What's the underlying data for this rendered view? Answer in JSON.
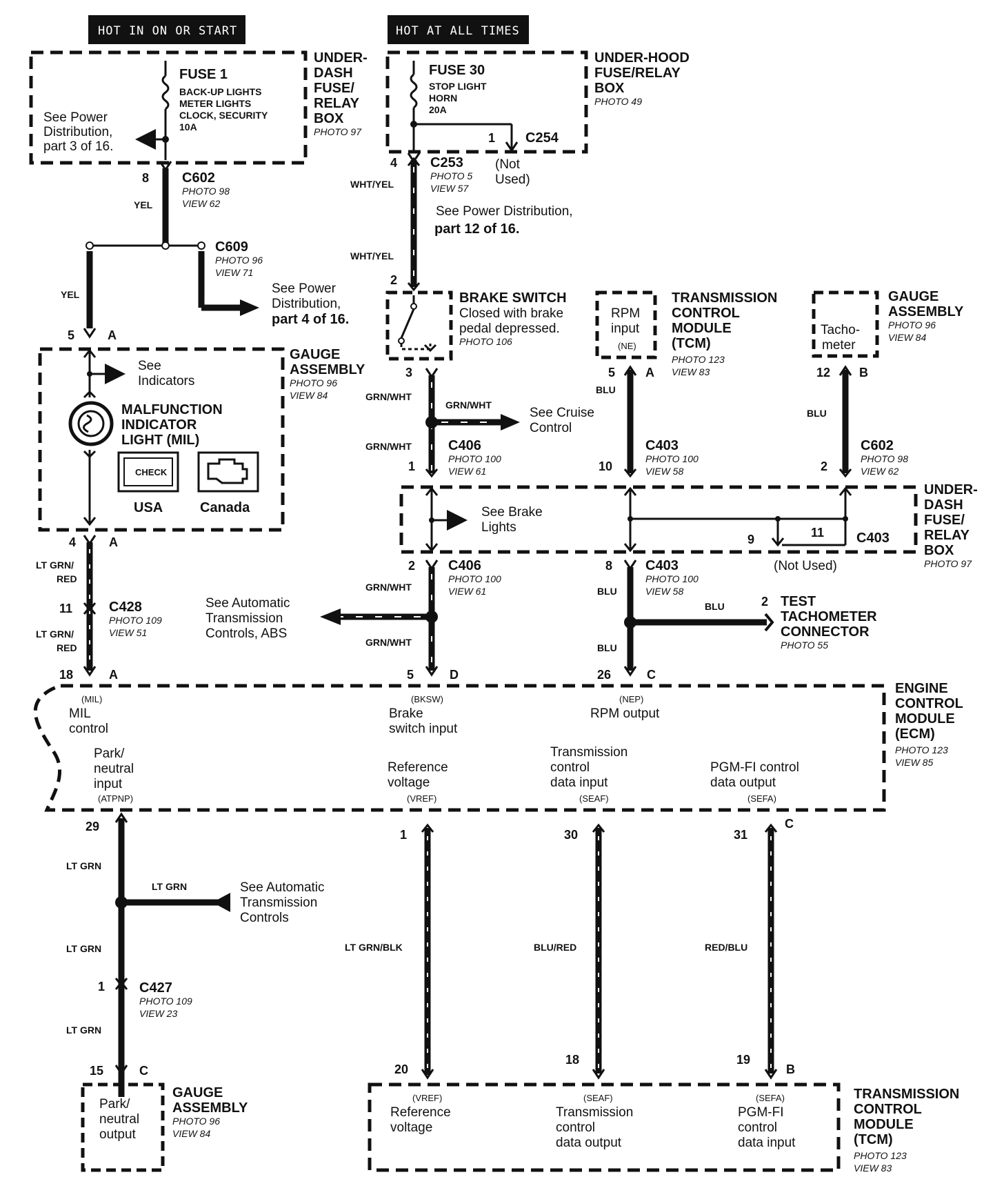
{
  "headers": {
    "hot_on_start": "HOT IN ON OR START",
    "hot_all_times": "HOT AT ALL TIMES"
  },
  "underdash_box": {
    "l1": "UNDER-",
    "l2": "DASH",
    "l3": "FUSE/",
    "l4": "RELAY",
    "l5": "BOX",
    "photo": "PHOTO 97"
  },
  "fuse1": {
    "name": "FUSE 1",
    "d1": "BACK-UP LIGHTS",
    "d2": "METER LIGHTS",
    "d3": "CLOCK, SECURITY",
    "amp": "10A"
  },
  "see_pd3": {
    "l1": "See Power",
    "l2": "Distribution,",
    "l3": "part 3 of 16."
  },
  "underhood_box": {
    "l1": "UNDER-HOOD",
    "l2": "FUSE/RELAY",
    "l3": "BOX",
    "photo": "PHOTO 49"
  },
  "fuse30": {
    "name": "FUSE 30",
    "d1": "STOP LIGHT",
    "d2": "HORN",
    "amp": "20A"
  },
  "c254": {
    "pin": "1",
    "name": "C254"
  },
  "c253": {
    "pin": "4",
    "name": "C253",
    "photo": "PHOTO 5",
    "view": "VIEW 57",
    "nu1": "(Not",
    "nu2": "Used)"
  },
  "see_pd12": {
    "l1": "See Power Distribution,",
    "l2": "part 12 of 16."
  },
  "c602_top": {
    "pin": "8",
    "name": "C602",
    "photo": "PHOTO 98",
    "view": "VIEW 62"
  },
  "c609": {
    "name": "C609",
    "photo": "PHOTO 96",
    "view": "VIEW 71"
  },
  "see_pd4": {
    "l1": "See Power",
    "l2": "Distribution,",
    "l3": "part 4 of 16."
  },
  "wires": {
    "yel": "YEL",
    "wht_yel": "WHT/YEL",
    "grn_wht": "GRN/WHT",
    "blu": "BLU",
    "lt_grn_red1": "LT GRN/",
    "lt_grn_red2": "RED",
    "lt_grn": "LT GRN",
    "lt_grn_blk": "LT GRN/BLK",
    "blu_red": "BLU/RED",
    "red_blu": "RED/BLU"
  },
  "gauge_mil": {
    "pin": "5",
    "pin_letter": "A",
    "t1": "GAUGE",
    "t2": "ASSEMBLY",
    "photo": "PHOTO 96",
    "view": "VIEW 84",
    "see1": "See",
    "see2": "Indicators",
    "mil1": "MALFUNCTION",
    "mil2": "INDICATOR",
    "mil3": "LIGHT (MIL)",
    "check": "CHECK",
    "usa": "USA",
    "canada": "Canada",
    "pin_out": "4",
    "pin_out_letter": "A"
  },
  "brake_switch": {
    "pin_in": "2",
    "t1": "BRAKE SWITCH",
    "d1": "Closed with brake",
    "d2": "pedal depressed.",
    "photo": "PHOTO 106",
    "pin_out": "3"
  },
  "tcm_top": {
    "rpm1": "RPM",
    "rpm2": "input",
    "rpm3": "(NE)",
    "t1": "TRANSMISSION",
    "t2": "CONTROL",
    "t3": "MODULE",
    "t4": "(TCM)",
    "photo": "PHOTO 123",
    "view": "VIEW 83",
    "pin": "5",
    "pin_letter": "A"
  },
  "gauge_tach": {
    "tach1": "Tacho-",
    "tach2": "meter",
    "t1": "GAUGE",
    "t2": "ASSEMBLY",
    "photo": "PHOTO 96",
    "view": "VIEW 84",
    "pin": "12",
    "pin_letter": "B"
  },
  "see_cruise": {
    "l1": "See Cruise",
    "l2": "Control"
  },
  "c406_top": {
    "pin": "1",
    "name": "C406",
    "photo": "PHOTO 100",
    "view": "VIEW 61"
  },
  "c403_top": {
    "pin": "10",
    "name": "C403",
    "photo": "PHOTO 100",
    "view": "VIEW 58"
  },
  "c602_mid": {
    "pin": "2",
    "name": "C602",
    "photo": "PHOTO 98",
    "view": "VIEW 62"
  },
  "underdash_mid": {
    "l1": "UNDER-",
    "l2": "DASH",
    "l3": "FUSE/",
    "l4": "RELAY",
    "l5": "BOX",
    "photo": "PHOTO 97",
    "see1": "See Brake",
    "see2": "Lights",
    "pin9": "9",
    "pin11": "11",
    "c403": "C403",
    "not_used": "(Not Used)"
  },
  "c406_bot": {
    "pin": "2",
    "name": "C406",
    "photo": "PHOTO 100",
    "view": "VIEW 61"
  },
  "c403_bot": {
    "pin": "8",
    "name": "C403",
    "photo": "PHOTO 100",
    "view": "VIEW 58"
  },
  "c428": {
    "pin": "11",
    "name": "C428",
    "photo": "PHOTO 109",
    "view": "VIEW 51"
  },
  "see_atc_abs": {
    "l1": "See Automatic",
    "l2": "Transmission",
    "l3": "Controls, ABS"
  },
  "tach_conn": {
    "pin": "2",
    "t1": "TEST",
    "t2": "TACHOMETER",
    "t3": "CONNECTOR",
    "photo": "PHOTO 55"
  },
  "ecm": {
    "pin_mil": "18",
    "pin_mil_l": "A",
    "pin_bksw": "5",
    "pin_bksw_l": "D",
    "pin_nep": "26",
    "pin_nep_l": "C",
    "mil_code": "(MIL)",
    "mil1": "MIL",
    "mil2": "control",
    "bksw_code": "(BKSW)",
    "bksw1": "Brake",
    "bksw2": "switch input",
    "nep_code": "(NEP)",
    "nep1": "RPM output",
    "t1": "ENGINE",
    "t2": "CONTROL",
    "t3": "MODULE",
    "t4": "(ECM)",
    "photo": "PHOTO 123",
    "view": "VIEW 85",
    "pn1": "Park/",
    "pn2": "neutral",
    "pn3": "input",
    "pn_code": "(ATPNP)",
    "ref1": "Reference",
    "ref2": "voltage",
    "ref_code": "(VREF)",
    "tcd1": "Transmission",
    "tcd2": "control",
    "tcd3": "data input",
    "tcd_code": "(SEAF)",
    "pgm1": "PGM-FI control",
    "pgm2": "data output",
    "pgm_code": "(SEFA)",
    "p29": "29",
    "p1": "1",
    "p30": "30",
    "p31": "31",
    "p31_l": "C"
  },
  "see_atc": {
    "l1": "See Automatic",
    "l2": "Transmission",
    "l3": "Controls"
  },
  "c427": {
    "pin": "1",
    "name": "C427",
    "photo": "PHOTO 109",
    "view": "VIEW 23"
  },
  "gauge_bot": {
    "pin": "15",
    "pin_letter": "C",
    "pn1": "Park/",
    "pn2": "neutral",
    "pn3": "output",
    "t1": "GAUGE",
    "t2": "ASSEMBLY",
    "photo": "PHOTO 96",
    "view": "VIEW 84"
  },
  "tcm_bot": {
    "p20": "20",
    "p18": "18",
    "p19": "19",
    "p19_l": "B",
    "vref_code": "(VREF)",
    "ref1": "Reference",
    "ref2": "voltage",
    "seaf_code": "(SEAF)",
    "tcd1": "Transmission",
    "tcd2": "control",
    "tcd3": "data output",
    "sefa_code": "(SEFA)",
    "pgm1": "PGM-FI",
    "pgm2": "control",
    "pgm3": "data input",
    "t1": "TRANSMISSION",
    "t2": "CONTROL",
    "t3": "MODULE",
    "t4": "(TCM)",
    "photo": "PHOTO 123",
    "view": "VIEW 83"
  }
}
